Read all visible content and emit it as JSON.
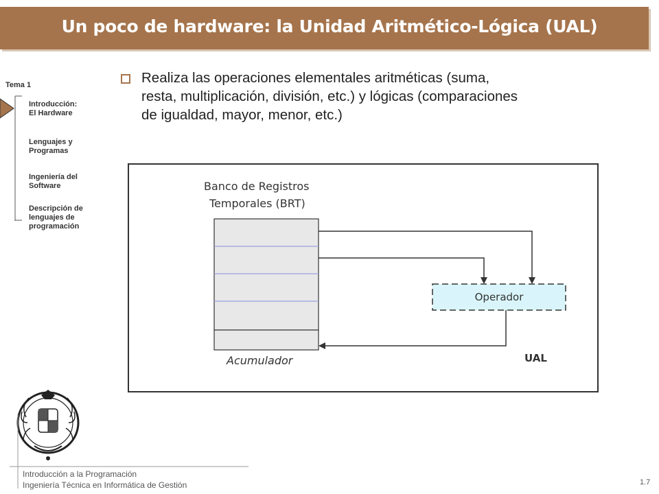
{
  "slide": {
    "title": "Un poco de hardware: la Unidad Aritmético-Lógica (UAL)",
    "page_number": "1.7"
  },
  "sidebar": {
    "heading": "Tema 1",
    "items": [
      {
        "line1": "Introducción:",
        "line2": "El Hardware",
        "active": true
      },
      {
        "line1": "Lenguajes y",
        "line2": "Programas",
        "active": false
      },
      {
        "line1": "Ingeniería del",
        "line2": "Software",
        "active": false
      },
      {
        "line1": "Descripción de",
        "line2": "lenguajes de",
        "line3": "programación",
        "active": false
      }
    ]
  },
  "content": {
    "bullet_lines": [
      "Realiza las operaciones elementales aritméticas (suma,",
      "resta, multiplicación, división, etc.) y lógicas (comparaciones",
      "de igualdad, mayor, menor, etc.)"
    ]
  },
  "diagram": {
    "brt_label_line1": "Banco de Registros",
    "brt_label_line2": "Temporales (BRT)",
    "accumulator_label": "Acumulador",
    "operator_label": "Operador",
    "ual_label": "UAL"
  },
  "footer": {
    "line1": "Introducción a la Programación",
    "line2": "Ingeniería Técnica en Informática de Gestión"
  },
  "colors": {
    "title_bar": "#a5744c",
    "operator_fill": "#d9f5fb",
    "register_fill": "#e8e8e8",
    "register_divider": "#9aa0e0"
  }
}
